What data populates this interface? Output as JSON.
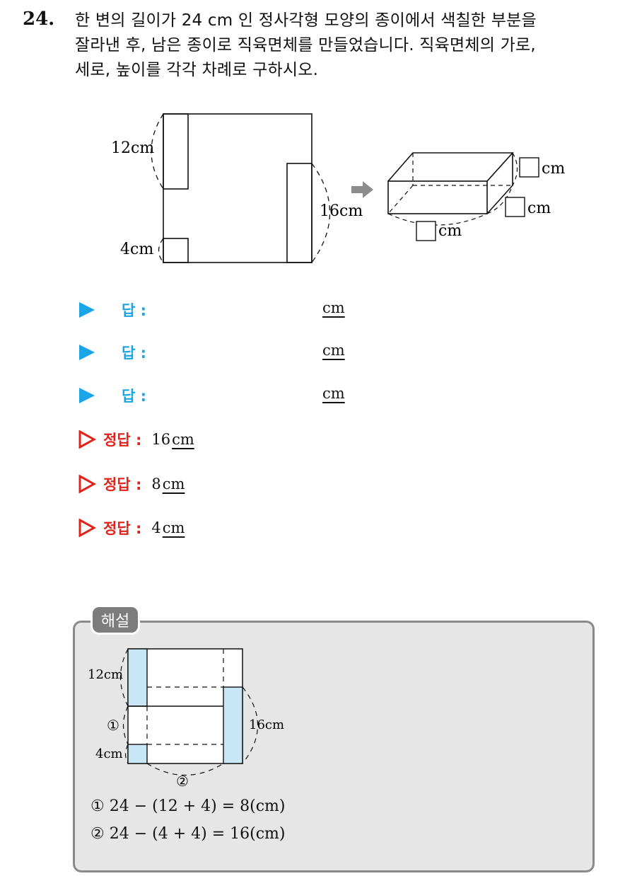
{
  "question": {
    "number": "24.",
    "lines": [
      "한 변의 길이가 24 cm 인 정사각형 모양의 종이에서 색칠한 부분을",
      "잘라낸 후, 남은 종이로 직육면체를 만들었습니다. 직육면체의 가로,",
      "세로, 높이를 각각 차례로 구하시오."
    ]
  },
  "figure": {
    "label_12cm": "12cm",
    "label_16cm": "16cm",
    "label_4cm": "4cm",
    "box_unit_1": "cm",
    "box_unit_2": "cm",
    "box_unit_3": "cm"
  },
  "answers": [
    {
      "label": "답 :",
      "unit": "cm"
    },
    {
      "label": "답 :",
      "unit": "cm"
    },
    {
      "label": "답 :",
      "unit": "cm"
    }
  ],
  "correct": [
    {
      "label": "정답 :",
      "value": "16",
      "unit": "cm"
    },
    {
      "label": "정답 :",
      "value": "8",
      "unit": "cm"
    },
    {
      "label": "정답 :",
      "value": "4",
      "unit": "cm"
    }
  ],
  "explanation": {
    "tag": "해설",
    "label_12cm": "12cm",
    "label_16cm": "16cm",
    "label_4cm": "4cm",
    "circle_1": "①",
    "circle_2": "②",
    "line1": "① 24 − (12 + 4) = 8(cm)",
    "line2": "② 24 − (4 + 4) = 16(cm)"
  },
  "colors": {
    "answer_blue": "#1aa5e6",
    "correct_red": "#e2231a",
    "shade_blue": "#c8e6f6",
    "explanation_bg": "#e6e6e6",
    "explanation_border": "#8a8a8a"
  }
}
